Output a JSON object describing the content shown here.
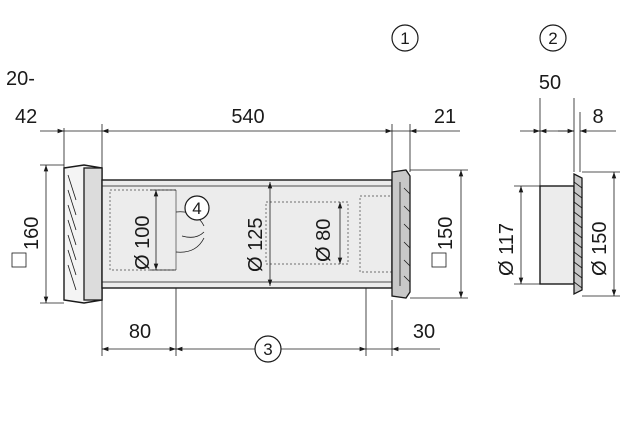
{
  "labels": {
    "part_1": "1",
    "part_2": "2",
    "part_3": "3",
    "part_4": "4",
    "dim_left_top": "20-",
    "dim_left_bottom": "42",
    "dim_540": "540",
    "dim_21": "21",
    "dim_50": "50",
    "dim_8": "8",
    "dim_sq160": "160",
    "dim_d100": "Ø 100",
    "dim_d125": "Ø 125",
    "dim_d80": "Ø 80",
    "dim_sq150": "150",
    "dim_d117": "Ø 117",
    "dim_d150": "Ø 150",
    "dim_80": "80",
    "dim_30": "30"
  }
}
